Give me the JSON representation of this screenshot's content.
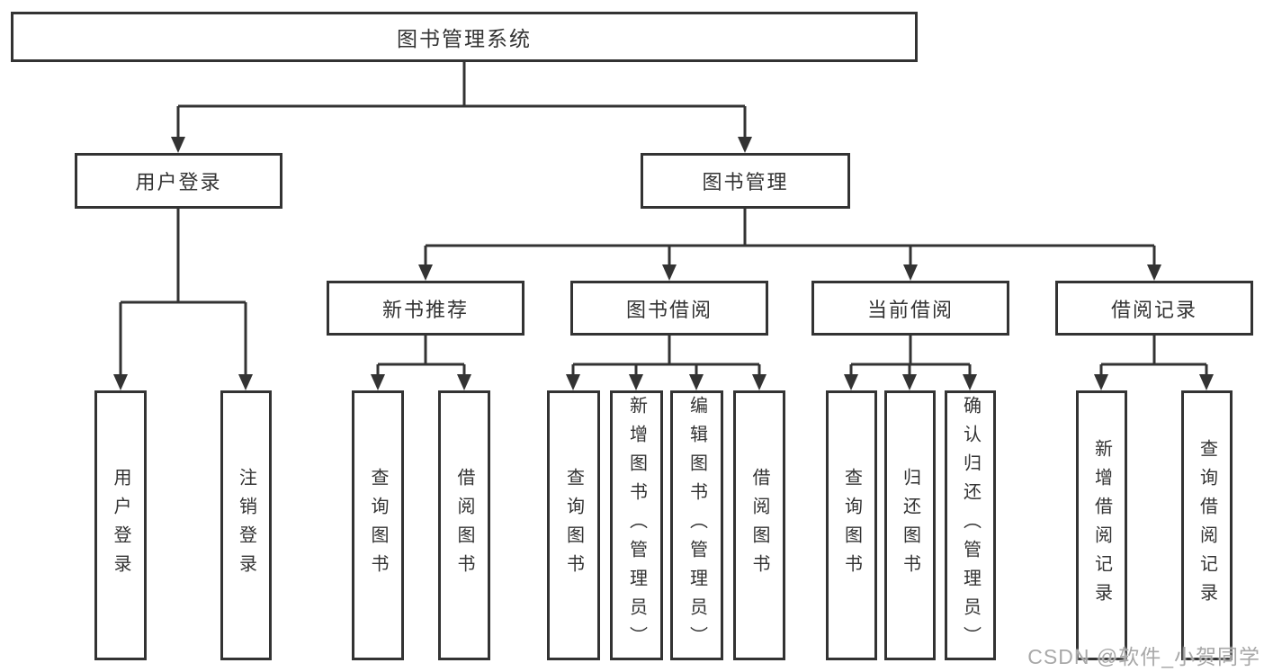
{
  "diagram_type": "hierarchy-tree",
  "tree": {
    "label": "图书管理系统",
    "children": [
      {
        "label": "用户登录",
        "children": [
          {
            "label": "用户登录"
          },
          {
            "label": "注销登录"
          }
        ]
      },
      {
        "label": "图书管理",
        "children": [
          {
            "label": "新书推荐",
            "children": [
              {
                "label": "查询图书"
              },
              {
                "label": "借阅图书"
              }
            ]
          },
          {
            "label": "图书借阅",
            "children": [
              {
                "label": "查询图书"
              },
              {
                "label": "新增图书（管理员）"
              },
              {
                "label": "编辑图书（管理员）"
              },
              {
                "label": "借阅图书"
              }
            ]
          },
          {
            "label": "当前借阅",
            "children": [
              {
                "label": "查询图书"
              },
              {
                "label": "归还图书"
              },
              {
                "label": "确认归还（管理员）"
              }
            ]
          },
          {
            "label": "借阅记录",
            "children": [
              {
                "label": "新增借阅记录"
              },
              {
                "label": "查询借阅记录"
              }
            ]
          }
        ]
      }
    ]
  },
  "watermark": {
    "text": "CSDN @软件_小贺同学"
  },
  "colors": {
    "line": "#333333",
    "text": "#333333",
    "background": "#ffffff",
    "watermark": "#a8a8a8"
  }
}
